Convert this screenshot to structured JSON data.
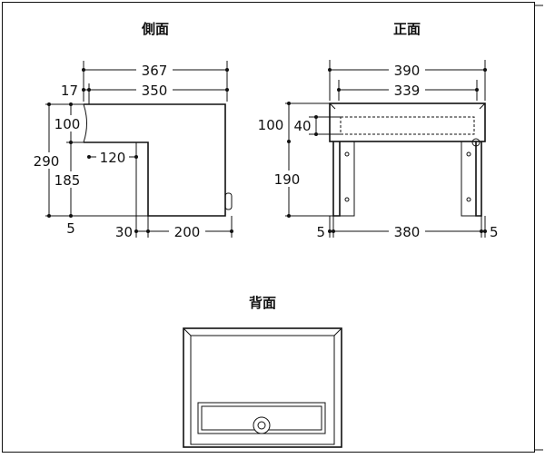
{
  "views": {
    "side": {
      "title": "側面"
    },
    "front": {
      "title": "正面"
    },
    "back": {
      "title": "背面"
    }
  },
  "side_dims": {
    "total_depth": "367",
    "inner_depth": "350",
    "lip": "17",
    "top_height": "100",
    "total_height": "290",
    "leg_height": "185",
    "recess": "120",
    "foot": "5",
    "leg_thickness": "30",
    "bottom_width": "200"
  },
  "front_dims": {
    "total_width": "390",
    "inner_width": "339",
    "top_height": "100",
    "slot_height": "40",
    "leg_height": "190",
    "foot_left": "5",
    "bottom_width": "380",
    "foot_right": "5"
  },
  "colors": {
    "line": "#111111",
    "background": "#ffffff"
  }
}
